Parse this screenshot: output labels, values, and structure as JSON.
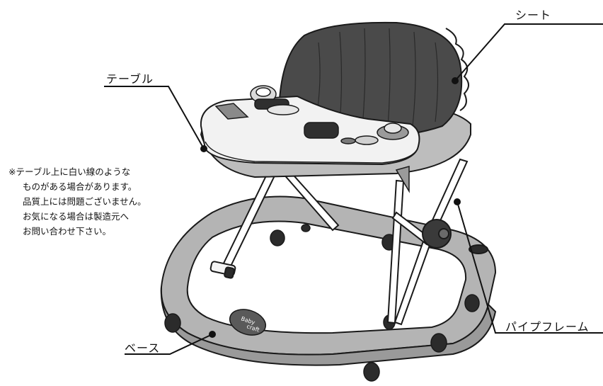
{
  "labels": {
    "seat": "シート",
    "table": "テーブル",
    "base": "ベース",
    "pipe_frame": "パイプフレーム"
  },
  "note": [
    "※テーブル上に白い線のような",
    "ものがある場合があります。",
    "品質上には問題ございません。",
    "お気になる場合は製造元へ",
    "お問い合わせ下さい。"
  ],
  "logo": {
    "line1": "Baby",
    "line2": "craft"
  },
  "colors": {
    "frame_gray": "#b4b4b4",
    "seat_dark": "#4a4a4a",
    "table_white": "#f2f2f2",
    "outline": "#1a1a1a"
  }
}
